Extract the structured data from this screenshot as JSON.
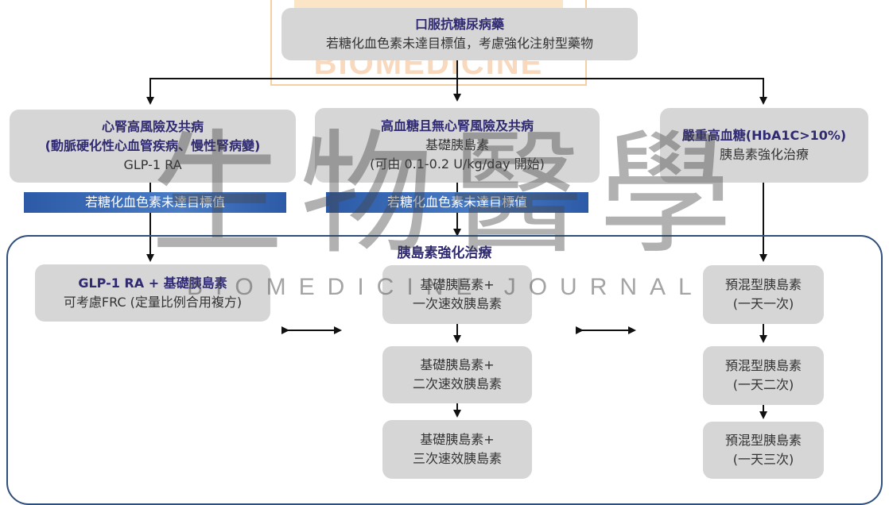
{
  "top": {
    "title": "口服抗糖尿病藥",
    "subtitle": "若糖化血色素未達目標值，考慮強化注射型藥物"
  },
  "branches": {
    "left": {
      "title_line1": "心腎高風險及共病",
      "title_line2": "(動脈硬化性心血管疾病、慢性腎病變)",
      "drug": "GLP-1 RA"
    },
    "middle": {
      "title": "高血糖且無心腎風險及共病",
      "drug": "基礎胰島素",
      "dose": "(可由 0.1-0.2 U/kg/day 開始)"
    },
    "right": {
      "title": "嚴重高血糖(HbA1C>10%)",
      "drug": "胰島素強化治療"
    }
  },
  "bands": {
    "left": "若糖化血色素未達目標值",
    "middle": "若糖化血色素未達目標值"
  },
  "region": {
    "title": "胰島素強化治療"
  },
  "glp_box": {
    "title": "GLP-1 RA + 基礎胰島素",
    "note": "可考慮FRC (定量比例合用複方)"
  },
  "basal_steps": [
    {
      "line1": "基礎胰島素+",
      "line2": "一次速效胰島素"
    },
    {
      "line1": "基礎胰島素+",
      "line2": "二次速效胰島素"
    },
    {
      "line1": "基礎胰島素+",
      "line2": "三次速效胰島素"
    }
  ],
  "premix_steps": [
    {
      "line1": "預混型胰島素",
      "line2": "(一天一次)"
    },
    {
      "line1": "預混型胰島素",
      "line2": "(一天二次)"
    },
    {
      "line1": "預混型胰島素",
      "line2": "(一天三次)"
    }
  ],
  "watermark": {
    "big": "生物醫學",
    "journal": "BIOMEDICINE JOURNAL",
    "logo": "BIOMEDICINE"
  },
  "colors": {
    "box_fill": "#d6d6d6",
    "title_text": "#2f2a72",
    "band_blue": "#2c5aa6",
    "region_border": "#2e4f7a"
  }
}
